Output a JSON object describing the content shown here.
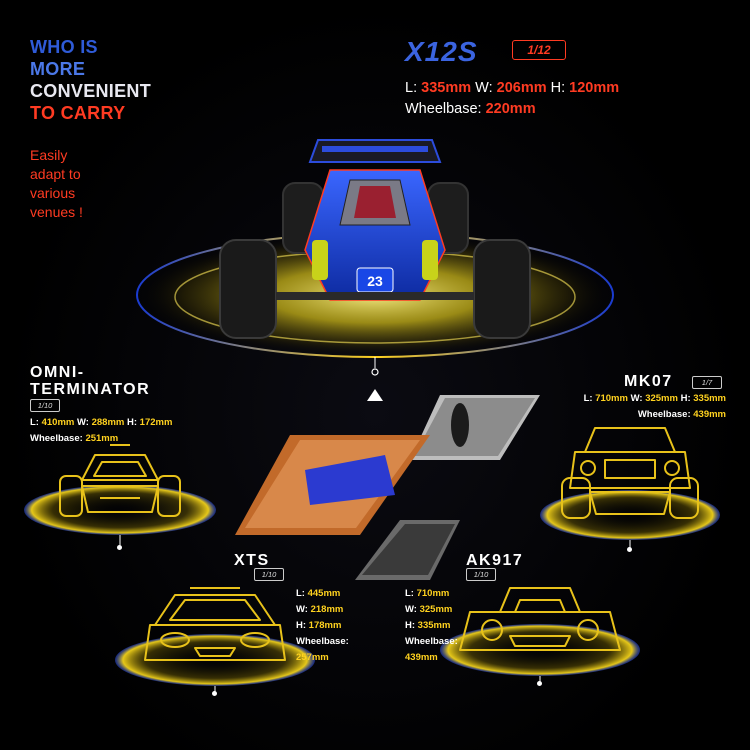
{
  "headline": {
    "line1": "WHO IS",
    "line2": "MORE",
    "line3": "CONVENIENT",
    "line4": "TO CARRY"
  },
  "subheadline": {
    "line1": "Easily",
    "line2": "adapt to",
    "line3": "various",
    "line4": "venues !"
  },
  "main_model": {
    "name": "X12S",
    "scale": "1/12",
    "length_label": "L:",
    "length": "335mm",
    "width_label": "W:",
    "width": "206mm",
    "height_label": "H:",
    "height": "120mm",
    "wheelbase_label": "Wheelbase:",
    "wheelbase": "220mm",
    "car_number": "23"
  },
  "models": {
    "omni": {
      "name_line1": "OMNI-",
      "name_line2": "TERMINATOR",
      "scale": "1/10",
      "length_label": "L:",
      "length": "410mm",
      "width_label": "W:",
      "width": "288mm",
      "height_label": "H:",
      "height": "172mm",
      "wheelbase_label": "Wheelbase:",
      "wheelbase": "251mm"
    },
    "mk07": {
      "name": "MK07",
      "scale": "1/7",
      "length_label": "L:",
      "length": "710mm",
      "width_label": "W:",
      "width": "325mm",
      "height_label": "H:",
      "height": "335mm",
      "wheelbase_label": "Wheelbase:",
      "wheelbase": "439mm"
    },
    "xts": {
      "name": "XTS",
      "scale": "1/10",
      "length_label": "L:",
      "length": "445mm",
      "width_label": "W:",
      "width": "218mm",
      "height_label": "H:",
      "height": "178mm",
      "wheelbase_label": "Wheelbase:",
      "wheelbase": "257mm"
    },
    "ak917": {
      "name": "AK917",
      "scale": "1/10",
      "length_label": "L:",
      "length": "710mm",
      "width_label": "W:",
      "width": "325mm",
      "height_label": "H:",
      "height": "335mm",
      "wheelbase_label": "Wheelbase:",
      "wheelbase": "439mm"
    }
  },
  "colors": {
    "accent_red": "#ff3b22",
    "accent_blue": "#3b64e0",
    "accent_yellow": "#ffd21f",
    "outline_yellow": "#e8c21a"
  },
  "icons": {
    "main_platform": "glowing-platform-icon",
    "omni_outline": "buggy-outline-icon",
    "mk07_outline": "monster-truck-outline-icon",
    "xts_outline": "rally-car-outline-icon",
    "ak917_outline": "race-car-outline-icon"
  }
}
